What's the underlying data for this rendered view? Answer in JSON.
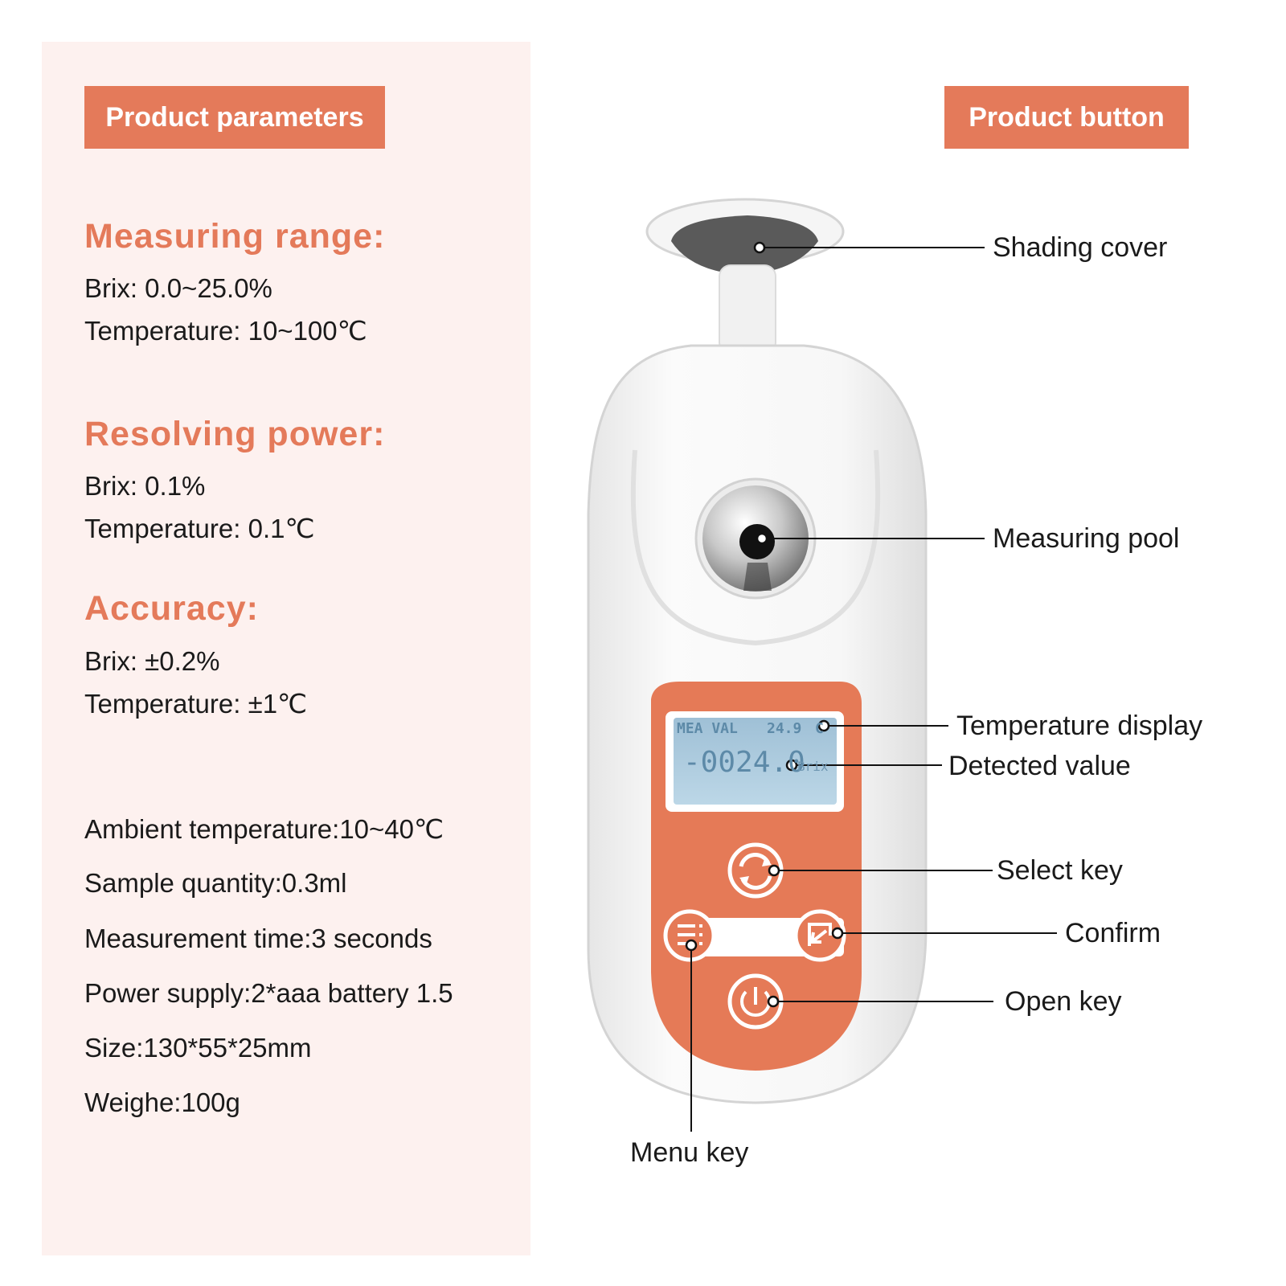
{
  "left_panel": {
    "tag": "Product parameters",
    "sections": [
      {
        "heading": "Measuring range:",
        "lines": [
          "Brix: 0.0~25.0%",
          "Temperature: 10~100℃"
        ]
      },
      {
        "heading": "Resolving power:",
        "lines": [
          "Brix: 0.1%",
          "Temperature: 0.1℃"
        ]
      },
      {
        "heading": "Accuracy:",
        "lines": [
          "Brix: ±0.2%",
          "Temperature: ±1℃"
        ]
      }
    ],
    "specs": [
      "Ambient temperature:10~40℃",
      "Sample quantity:0.3ml",
      "Measurement time:3 seconds",
      "Power supply:2*aaa battery 1.5",
      "Size:130*55*25mm",
      "Weighe:100g"
    ]
  },
  "right_panel": {
    "tag": "Product button",
    "device_display": {
      "top_row_label": "MEA VAL",
      "top_row_value": "24.9",
      "top_row_unit": "C",
      "main_value": "-0024.0",
      "unit": "Brix"
    },
    "callouts": {
      "shading_cover": "Shading cover",
      "measuring_pool": "Measuring pool",
      "temperature_display": "Temperature display",
      "detected_value": "Detected value",
      "select_key": "Select key",
      "confirm": "Confirm",
      "open_key": "Open key",
      "menu_key": "Menu key"
    }
  },
  "colors": {
    "accent": "#e47a5a",
    "panel_bg": "#fdf1ef",
    "device_body": "#f4f4f4",
    "screen": "#a9c9dd"
  }
}
